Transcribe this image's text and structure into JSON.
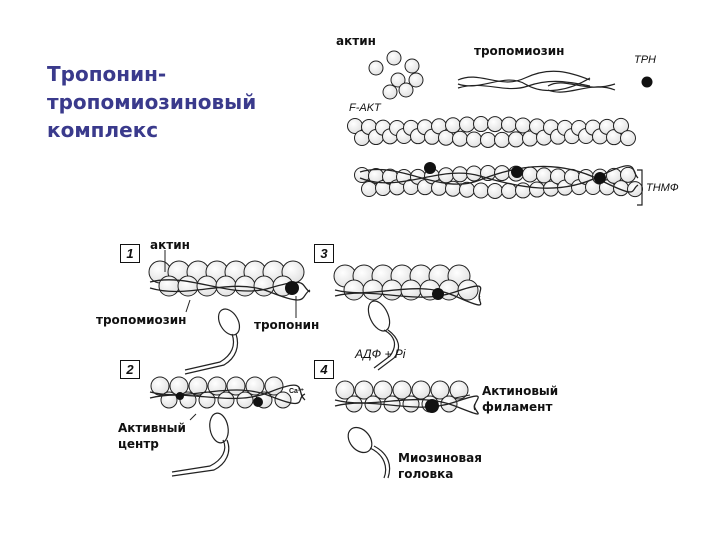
{
  "title_lines": [
    "Тропонин-",
    "тропомиозиновый",
    "комплекс"
  ],
  "top_panel": {
    "actin_label": "актин",
    "tropomyosin_label": "тропомиозин",
    "trn_label": "TPH",
    "f_akt_label": "F-AKT",
    "tnmf_label": "ТНМФ"
  },
  "bottom_panel": {
    "step_numbers": [
      "1",
      "2",
      "3",
      "4"
    ],
    "actin_label": "актин",
    "tropomyosin_label": "тропомиозин",
    "troponin_label": "тропонин",
    "active_center_label": [
      "Активный",
      "центр"
    ],
    "adp_label": "АДФ + Pi",
    "ca_label": "Ca²⁺",
    "actin_filament_label": [
      "Актиновый",
      "филамент"
    ],
    "myosin_head_label": [
      "Миозиновая",
      "головка"
    ]
  }
}
